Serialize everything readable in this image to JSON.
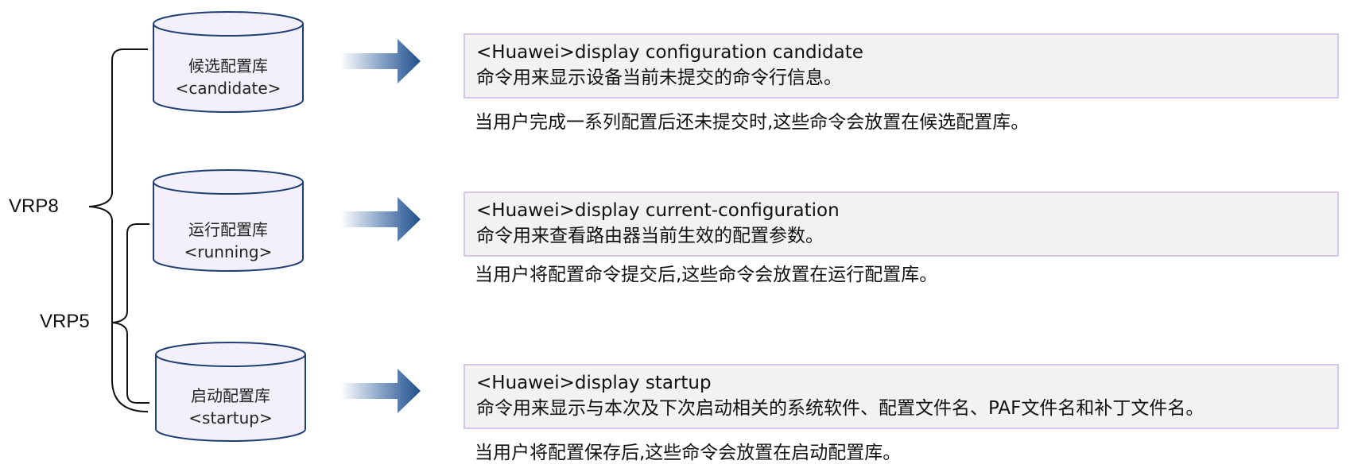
{
  "brackets": {
    "vrp8": "VRP8",
    "vrp5": "VRP5"
  },
  "databases": [
    {
      "name": "候选配置库",
      "tag": "<candidate>"
    },
    {
      "name": "运行配置库",
      "tag": "<running>"
    },
    {
      "name": "启动配置库",
      "tag": "<startup>"
    }
  ],
  "commands": [
    {
      "command": "<Huawei>display configuration candidate",
      "description": "命令用来显示设备当前未提交的命令行信息。",
      "note": "当用户完成一系列配置后还未提交时,这些命令会放置在候选配置库。"
    },
    {
      "command": "<Huawei>display current-configuration",
      "description": "命令用来查看路由器当前生效的配置参数。",
      "note": "当用户将配置命令提交后,这些命令会放置在运行配置库。"
    },
    {
      "command": "<Huawei>display startup",
      "description": "命令用来显示与本次及下次启动相关的系统软件、配置文件名、PAF文件名和补丁文件名。",
      "note": "当用户将配置保存后,这些命令会放置在启动配置库。"
    }
  ],
  "colors": {
    "cylinder_fill": "#f4f0fb",
    "cylinder_stroke": "#1f3f73",
    "arrow_dark": "#1f4e8c",
    "arrow_light": "#ffffff",
    "box_fill": "#f2f2f2",
    "box_border": "#d9c6e6"
  }
}
